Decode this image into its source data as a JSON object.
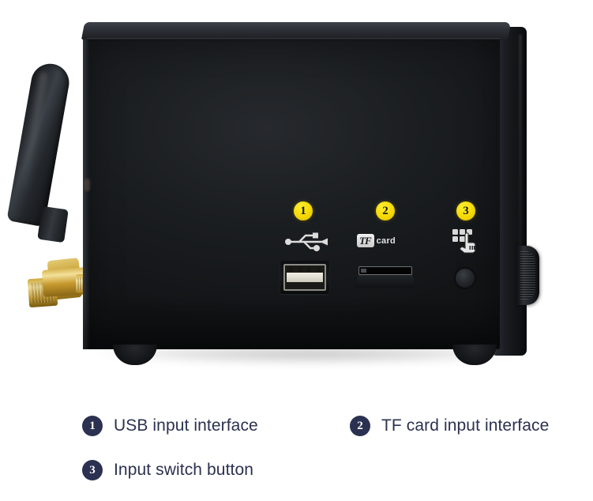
{
  "background_color": "#ffffff",
  "product": {
    "name": "black-amplifier-front-panel",
    "chassis_color": "#1b1e21",
    "accent_badge_color": "#f5d800",
    "caption_color": "#2b3150",
    "antenna": {
      "name": "wifi-antenna",
      "body_color": "#24282d",
      "connector_name": "sma-connector",
      "connector_color": "#d0a93c"
    },
    "side_control": {
      "name": "volume-knob",
      "style": "knurled"
    },
    "feet": [
      "rubber-foot-left",
      "rubber-foot-right"
    ],
    "ports": [
      {
        "marker": "1",
        "icon": "usb-icon",
        "port_name": "usb-a-port",
        "silk_label": ""
      },
      {
        "marker": "2",
        "icon": "tf-card-icon",
        "port_name": "tf-card-slot",
        "silk_label_chip": "TF",
        "silk_label_word": "card"
      },
      {
        "marker": "3",
        "icon": "input-select-icon",
        "port_name": "input-switch-button",
        "silk_label": ""
      }
    ]
  },
  "captions": [
    {
      "number": "1",
      "text": "USB input interface"
    },
    {
      "number": "2",
      "text": "TF card input interface"
    },
    {
      "number": "3",
      "text": "Input switch button"
    }
  ]
}
